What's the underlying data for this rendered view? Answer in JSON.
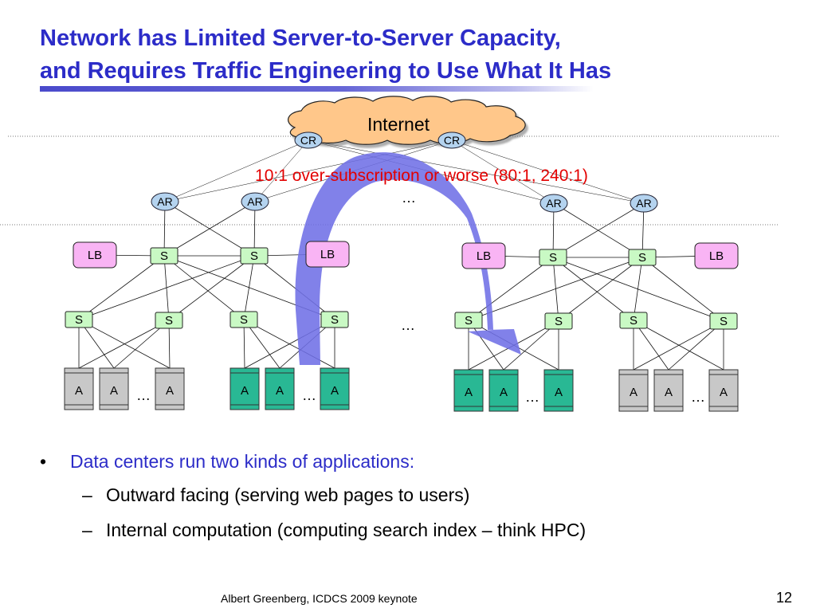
{
  "slide": {
    "title_line1": "Network has Limited Server-to-Server Capacity,",
    "title_line2": "and Requires Traffic Engineering to Use What It Has",
    "footer_credit": "Albert Greenberg, ICDCS 2009 keynote",
    "page_number": "12"
  },
  "diagram": {
    "internet_label": "Internet",
    "core_router_label": "CR",
    "access_router_label": "AR",
    "load_balancer_label": "LB",
    "switch_label": "S",
    "app_label": "A",
    "ellipsis": "…",
    "oversubscription_note": "10:1 over-subscription or worse (80:1, 240:1)",
    "colors": {
      "title": "#2c2cc8",
      "note": "#e30000",
      "cloud_fill": "#ffc78a",
      "router_fill": "#b4d3ef",
      "lb_fill": "#f9b4f4",
      "switch_fill": "#c9f9c4",
      "app_active_fill": "#29b894",
      "app_idle_fill": "#c8c8c8",
      "traffic_arrow": "#6f6fe6"
    }
  },
  "bullets": [
    {
      "marker": "•",
      "text": "Data centers run two kinds of applications:",
      "sub_items": [
        {
          "marker": "–",
          "text": "Outward facing (serving web pages to users)"
        },
        {
          "marker": "–",
          "text": "Internal computation (computing search index – think HPC)"
        }
      ]
    }
  ]
}
